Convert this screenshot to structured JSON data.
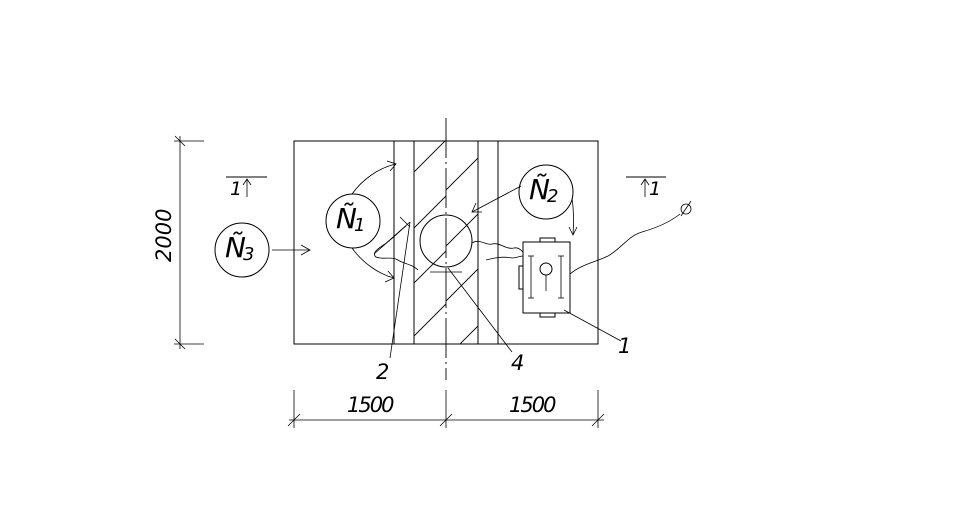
{
  "dimensions": {
    "height_label": "2000",
    "width_left_label": "1500",
    "width_right_label": "1500"
  },
  "section_marks": {
    "left": "1",
    "right": "1"
  },
  "nodes": {
    "n1": {
      "symbol": "Ñ",
      "subscript": "1"
    },
    "n2": {
      "symbol": "Ñ",
      "subscript": "2"
    },
    "n3": {
      "symbol": "Ñ",
      "subscript": "3"
    }
  },
  "callouts": {
    "device": "1",
    "pipe": "2",
    "soil": "4"
  }
}
